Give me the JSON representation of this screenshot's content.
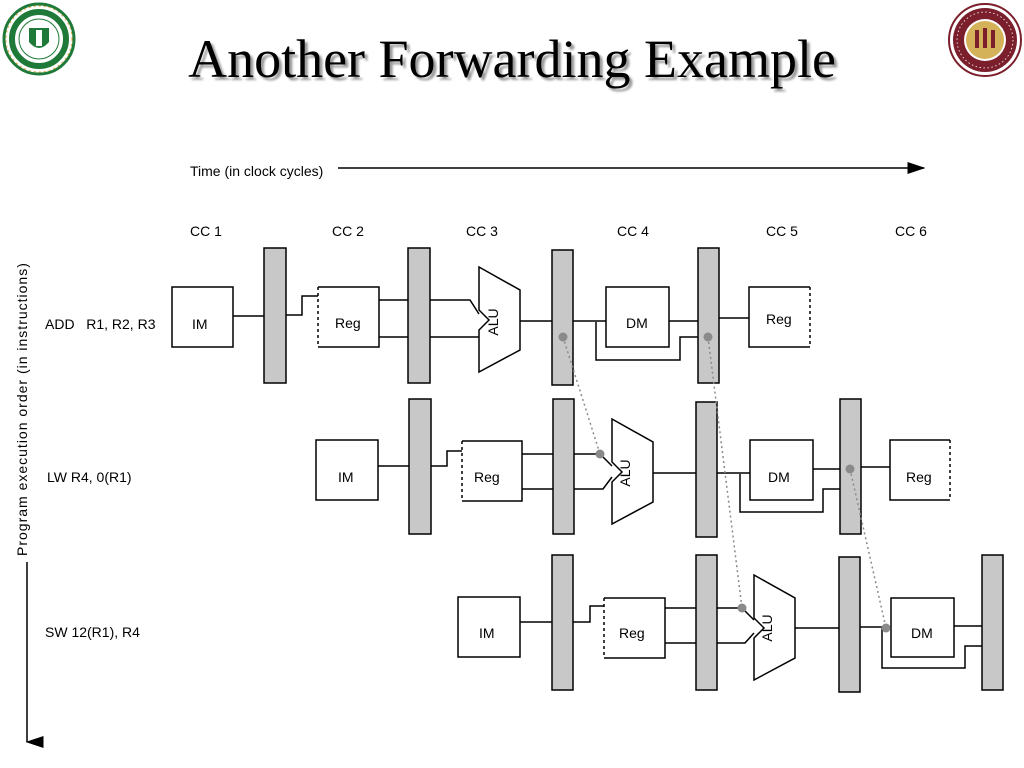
{
  "slide": {
    "title": "Another Forwarding Example"
  },
  "diagram": {
    "time_label": "Time (in clock cycles)",
    "axis_label": "Program execution order (in instructions)",
    "cycles": [
      "CC 1",
      "CC 2",
      "CC 3",
      "CC 4",
      "CC 5",
      "CC 6"
    ],
    "instructions": [
      "ADD   R1, R2, R3",
      "LW R4, 0(R1)",
      "SW 12(R1), R4"
    ],
    "stages": {
      "im": "IM",
      "reg": "Reg",
      "alu": "ALU",
      "dm": "DM"
    }
  },
  "colors": {
    "pipeline_register": "#c8c8c8",
    "forwarding_path": "#8a8a8a",
    "logo_left": "#1f7a3a",
    "logo_right": "#7a1f2b",
    "logo_gold": "#d4b25a"
  },
  "icons": {
    "logo_left": "famu-seal-icon",
    "logo_right": "fsu-seal-icon"
  }
}
